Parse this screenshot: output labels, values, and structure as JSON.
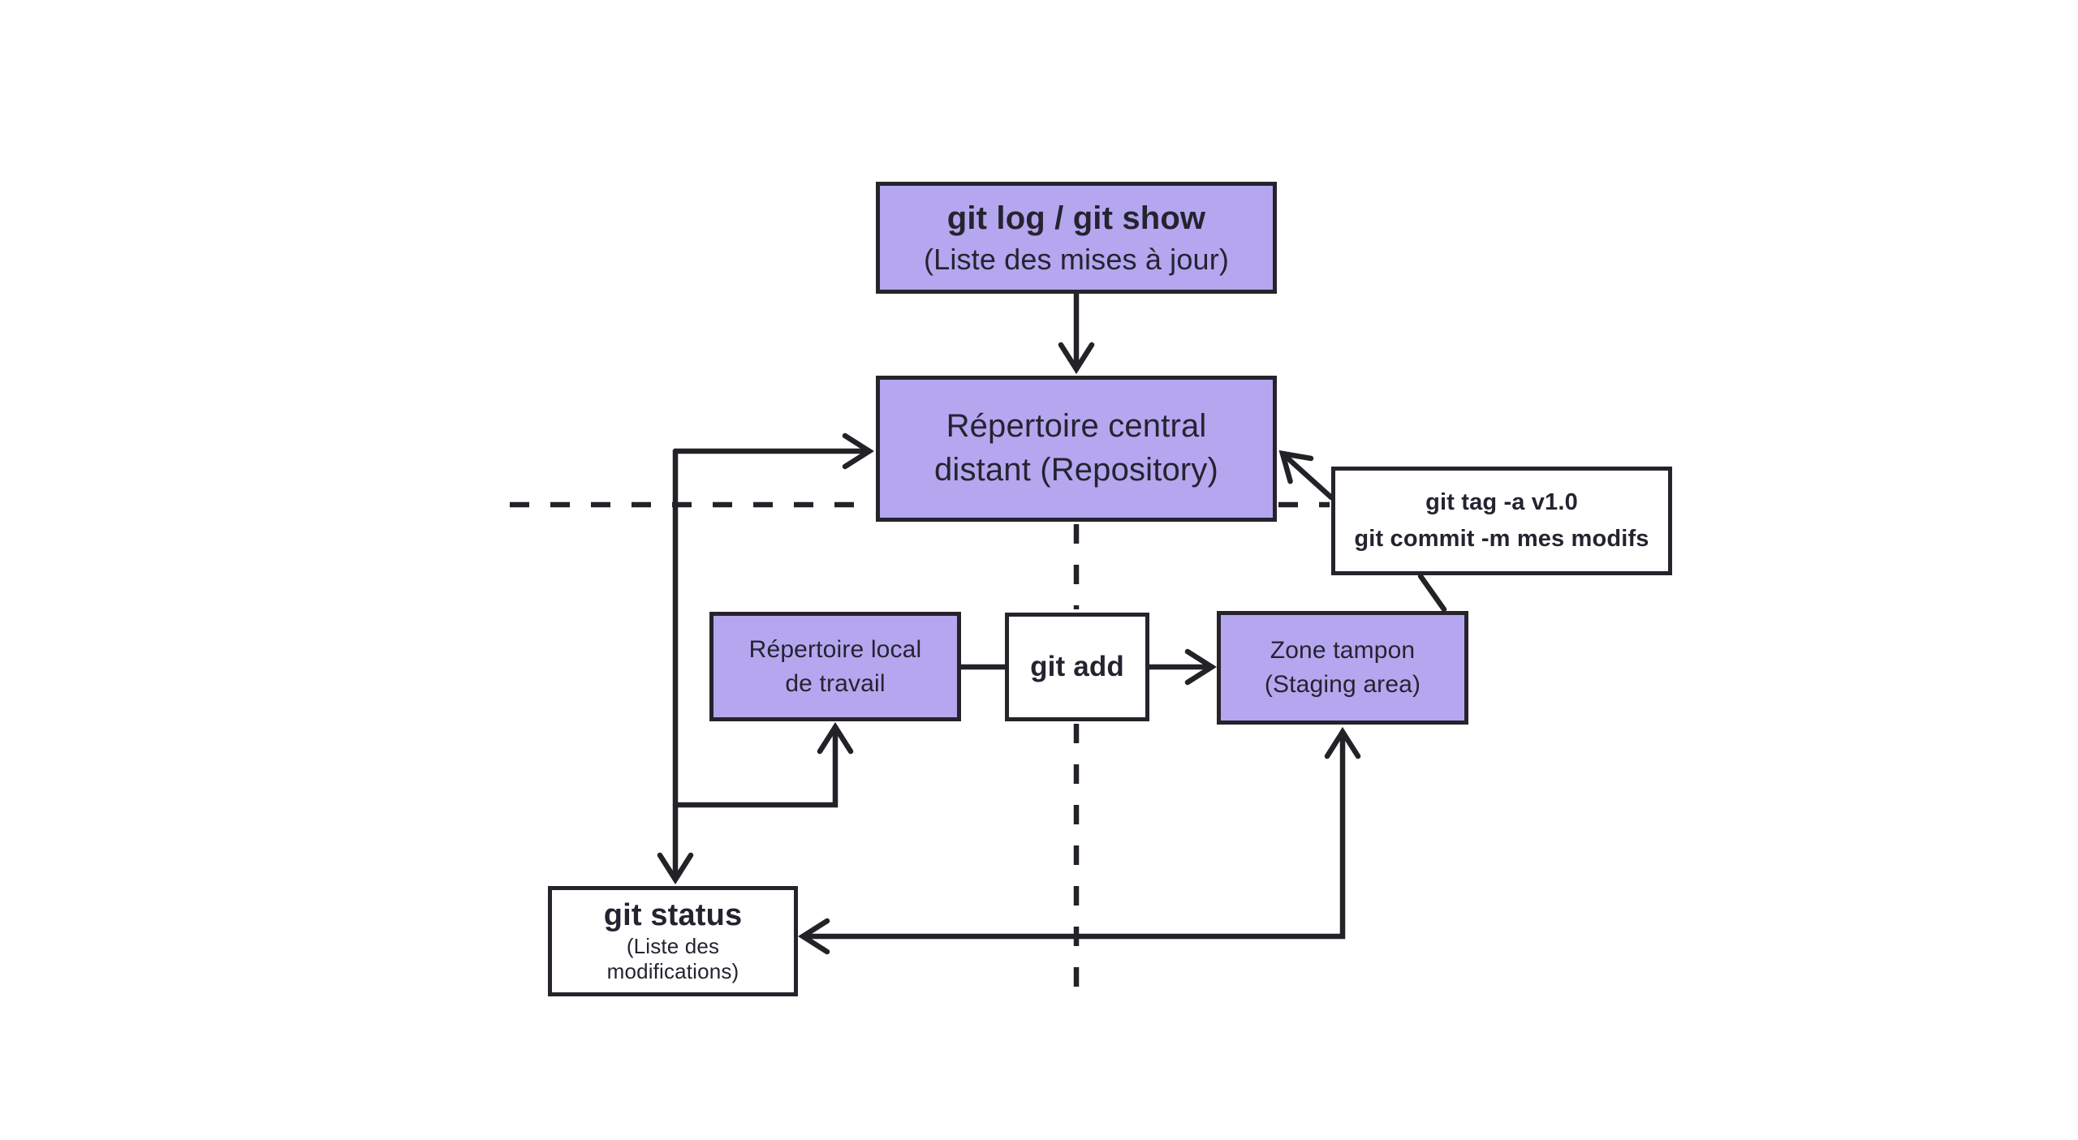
{
  "colors": {
    "node_fill": "#b4a7ef",
    "node_border": "#26232b",
    "line": "#242127",
    "text": "#262330",
    "background": "#ffffff"
  },
  "nodes": {
    "git_log": {
      "line1": "git log / git show",
      "line2": "(Liste des mises à jour)"
    },
    "repository": {
      "line1": "Répertoire central",
      "line2": "distant (Repository)"
    },
    "git_tag": {
      "line1": "git tag -a v1.0",
      "line2": "git commit -m mes modifs"
    },
    "local_repo": {
      "line1": "Répertoire local",
      "line2": "de travail"
    },
    "git_add": {
      "label": "git add"
    },
    "staging": {
      "line1": "Zone tampon",
      "line2": "(Staging area)"
    },
    "git_status": {
      "line1": "git status",
      "line2": "(Liste des",
      "line3": "modifications)"
    }
  }
}
